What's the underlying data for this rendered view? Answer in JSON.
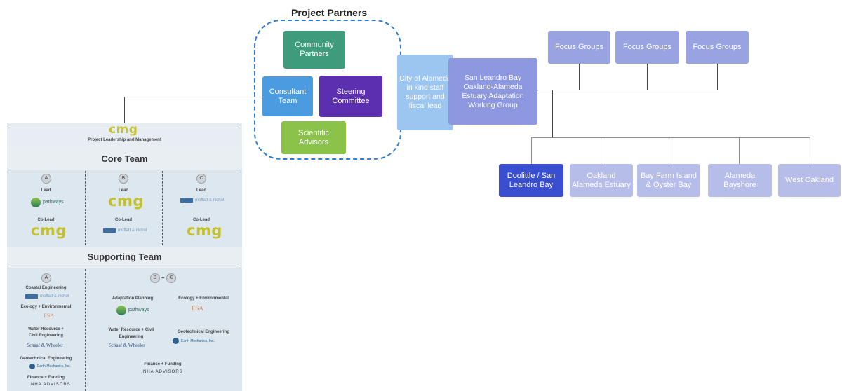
{
  "project_partners": {
    "title": "Project Partners",
    "community_partners": "Community Partners",
    "consultant_team": "Consultant Team",
    "steering_committee": "Steering Committee",
    "scientific_advisors": "Scientific Advisors"
  },
  "city_box": "City of Alameda in kind staff support and fiscal lead",
  "working_group": "San Leandro Bay Oakland-Alameda Estuary Adaptation Working Group",
  "focus_groups": [
    "Focus Groups",
    "Focus Groups",
    "Focus Groups"
  ],
  "subgroups": [
    "Doolittle / San Leandro Bay",
    "Oakland Alameda Estuary",
    "Bay Farm Island & Oyster Bay",
    "Alameda Bayshore",
    "West Oakland"
  ],
  "org_chart": {
    "cmg_logo": "cmg",
    "leadership_caption": "Project Leadership and Management",
    "core_team_title": "Core Team",
    "supporting_team_title": "Supporting Team",
    "core_columns": [
      {
        "letter": "A",
        "lead_label": "Lead",
        "lead_logo": "pathways",
        "colead_label": "Co-Lead",
        "colead_logo": "cmg"
      },
      {
        "letter": "B",
        "lead_label": "Lead",
        "lead_logo": "cmg",
        "colead_label": "Co-Lead",
        "colead_logo": "moffatt & nichol"
      },
      {
        "letter": "C",
        "lead_label": "Lead",
        "lead_logo": "moffatt & nichol",
        "colead_label": "Co-Lead",
        "colead_logo": "cmg"
      }
    ],
    "supporting_left": {
      "letter": "A",
      "items": [
        {
          "label": "Coastal Engineering",
          "logo": "moffatt & nichol"
        },
        {
          "label": "Ecology + Environmental",
          "logo": "ESA"
        },
        {
          "label": "Water Resource + Civil Engineering",
          "logo": "Schaaf & Wheeler"
        },
        {
          "label": "Geotechnical Engineering",
          "logo": "Earth Mechanics, Inc."
        },
        {
          "label": "Finance + Funding",
          "logo": "NHA ADVISORS"
        }
      ]
    },
    "supporting_right": {
      "letters": [
        "B",
        "+",
        "C"
      ],
      "items": [
        {
          "label": "Adaptation Planning",
          "logo": "pathways"
        },
        {
          "label": "Ecology + Environmental",
          "logo": "ESA"
        },
        {
          "label": "Water Resource + Civil Engineering",
          "logo": "Schaaf & Wheeler"
        },
        {
          "label": "Geotechnical Engineering",
          "logo": "Earth Mechanics, Inc."
        },
        {
          "label": "Finance + Funding",
          "logo": "NHA ADVISORS"
        }
      ]
    }
  },
  "colors": {
    "community": "#3e9b7c",
    "consultant": "#4a9be0",
    "steering": "#5b2fb0",
    "scientific": "#8bc34a",
    "city": "#9cc6ef",
    "working_group": "#8d98e0",
    "focus": "#9aa3e2",
    "doolittle": "#3a4fd0",
    "subgroup": "#b7bde9",
    "cmg": "#c4c12a",
    "dashed": "#2f7fd1"
  }
}
